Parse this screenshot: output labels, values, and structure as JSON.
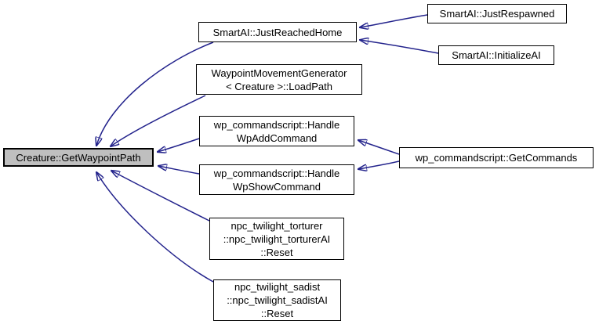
{
  "diagram": {
    "type": "caller-graph",
    "focus_function": "Creature::GetWaypointPath"
  },
  "colors": {
    "edge": "#23238c",
    "node_fill": "#ffffff",
    "focus_node_fill": "#bfbfbf",
    "node_border": "#000000",
    "text": "#000000",
    "background": "#ffffff"
  },
  "nodes": {
    "main": {
      "label": "Creature::GetWaypointPath"
    },
    "just_reached_home": {
      "label": "SmartAI::JustReachedHome"
    },
    "just_respawned": {
      "label": "SmartAI::JustRespawned"
    },
    "initialize_ai": {
      "label": "SmartAI::InitializeAI"
    },
    "load_path": {
      "label": "WaypointMovementGenerator\n< Creature >::LoadPath"
    },
    "wp_add_command": {
      "label": "wp_commandscript::Handle\nWpAddCommand"
    },
    "wp_show_command": {
      "label": "wp_commandscript::Handle\nWpShowCommand"
    },
    "get_commands": {
      "label": "wp_commandscript::GetCommands"
    },
    "twilight_torturer_reset": {
      "label": "npc_twilight_torturer\n::npc_twilight_torturerAI\n::Reset"
    },
    "twilight_sadist_reset": {
      "label": "npc_twilight_sadist\n::npc_twilight_sadistAI\n::Reset"
    }
  },
  "edges": [
    {
      "from": "SmartAI::JustReachedHome",
      "to": "Creature::GetWaypointPath"
    },
    {
      "from": "WaypointMovementGenerator< Creature >::LoadPath",
      "to": "Creature::GetWaypointPath"
    },
    {
      "from": "wp_commandscript::HandleWpAddCommand",
      "to": "Creature::GetWaypointPath"
    },
    {
      "from": "wp_commandscript::HandleWpShowCommand",
      "to": "Creature::GetWaypointPath"
    },
    {
      "from": "npc_twilight_torturer::npc_twilight_torturerAI::Reset",
      "to": "Creature::GetWaypointPath"
    },
    {
      "from": "npc_twilight_sadist::npc_twilight_sadistAI::Reset",
      "to": "Creature::GetWaypointPath"
    },
    {
      "from": "SmartAI::JustRespawned",
      "to": "SmartAI::JustReachedHome"
    },
    {
      "from": "SmartAI::InitializeAI",
      "to": "SmartAI::JustReachedHome"
    },
    {
      "from": "wp_commandscript::GetCommands",
      "to": "wp_commandscript::HandleWpAddCommand"
    },
    {
      "from": "wp_commandscript::GetCommands",
      "to": "wp_commandscript::HandleWpShowCommand"
    }
  ]
}
